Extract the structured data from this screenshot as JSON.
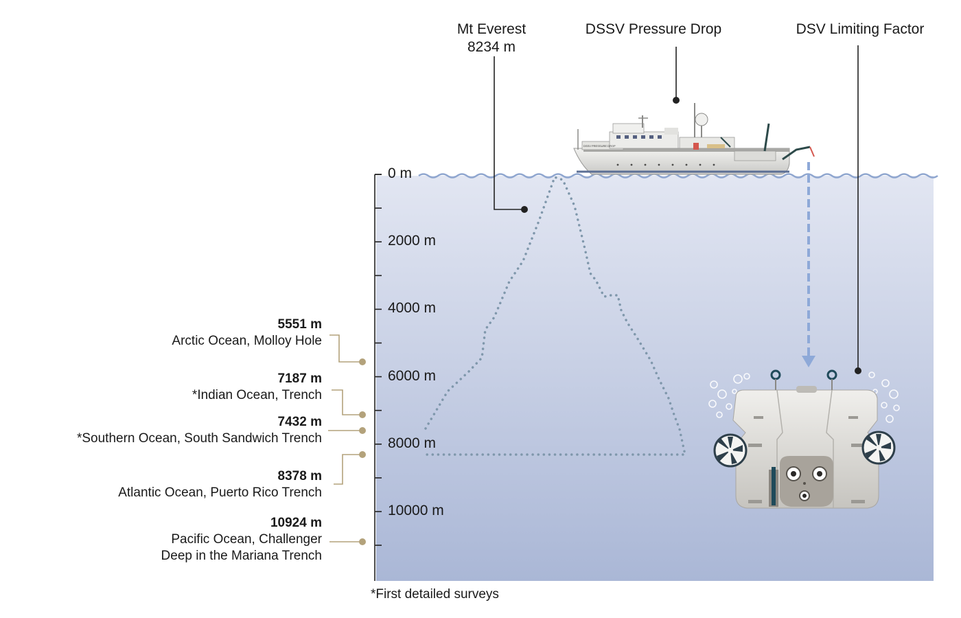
{
  "callouts": {
    "everest_name": "Mt Everest",
    "everest_height": "8234 m",
    "ship": "DSSV Pressure Drop",
    "sub": "DSV Limiting Factor"
  },
  "depth_axis": {
    "ticks": [
      {
        "label": "0 m",
        "depth": 0
      },
      {
        "label": "2000 m",
        "depth": 2000
      },
      {
        "label": "4000 m",
        "depth": 4000
      },
      {
        "label": "6000 m",
        "depth": 6000
      },
      {
        "label": "8000 m",
        "depth": 8000
      },
      {
        "label": "10000 m",
        "depth": 10000
      }
    ],
    "minor_depths": [
      1000,
      3000,
      5000,
      7000,
      9000,
      11000
    ]
  },
  "oceans": [
    {
      "depth_label": "5551 m",
      "name_lines": [
        "Arctic Ocean, Molloy Hole"
      ],
      "depth": 5551
    },
    {
      "depth_label": "7187 m",
      "name_lines": [
        "*Indian Ocean, Trench"
      ],
      "depth": 7187
    },
    {
      "depth_label": "7432 m",
      "name_lines": [
        "*Southern Ocean, South Sandwich Trench"
      ],
      "depth": 7432
    },
    {
      "depth_label": "8378 m",
      "name_lines": [
        "Atlantic Ocean, Puerto Rico Trench"
      ],
      "depth": 8378
    },
    {
      "depth_label": "10924 m",
      "name_lines": [
        "Pacific Ocean, Challenger",
        "Deep in the Mariana Trench"
      ],
      "depth": 10924
    }
  ],
  "footnote": "*First detailed surveys",
  "ship_hull_text": "DSSV PRESSURE DROP",
  "colors": {
    "ocean_top": "#e2e6f2",
    "ocean_bottom": "#aab7d6",
    "wave": "#8fa6cf",
    "everest_dots": "#7f97ab",
    "marker_gold": "#b3a27b",
    "descent_arrow": "#8ea9d8",
    "leader": "#222222"
  }
}
